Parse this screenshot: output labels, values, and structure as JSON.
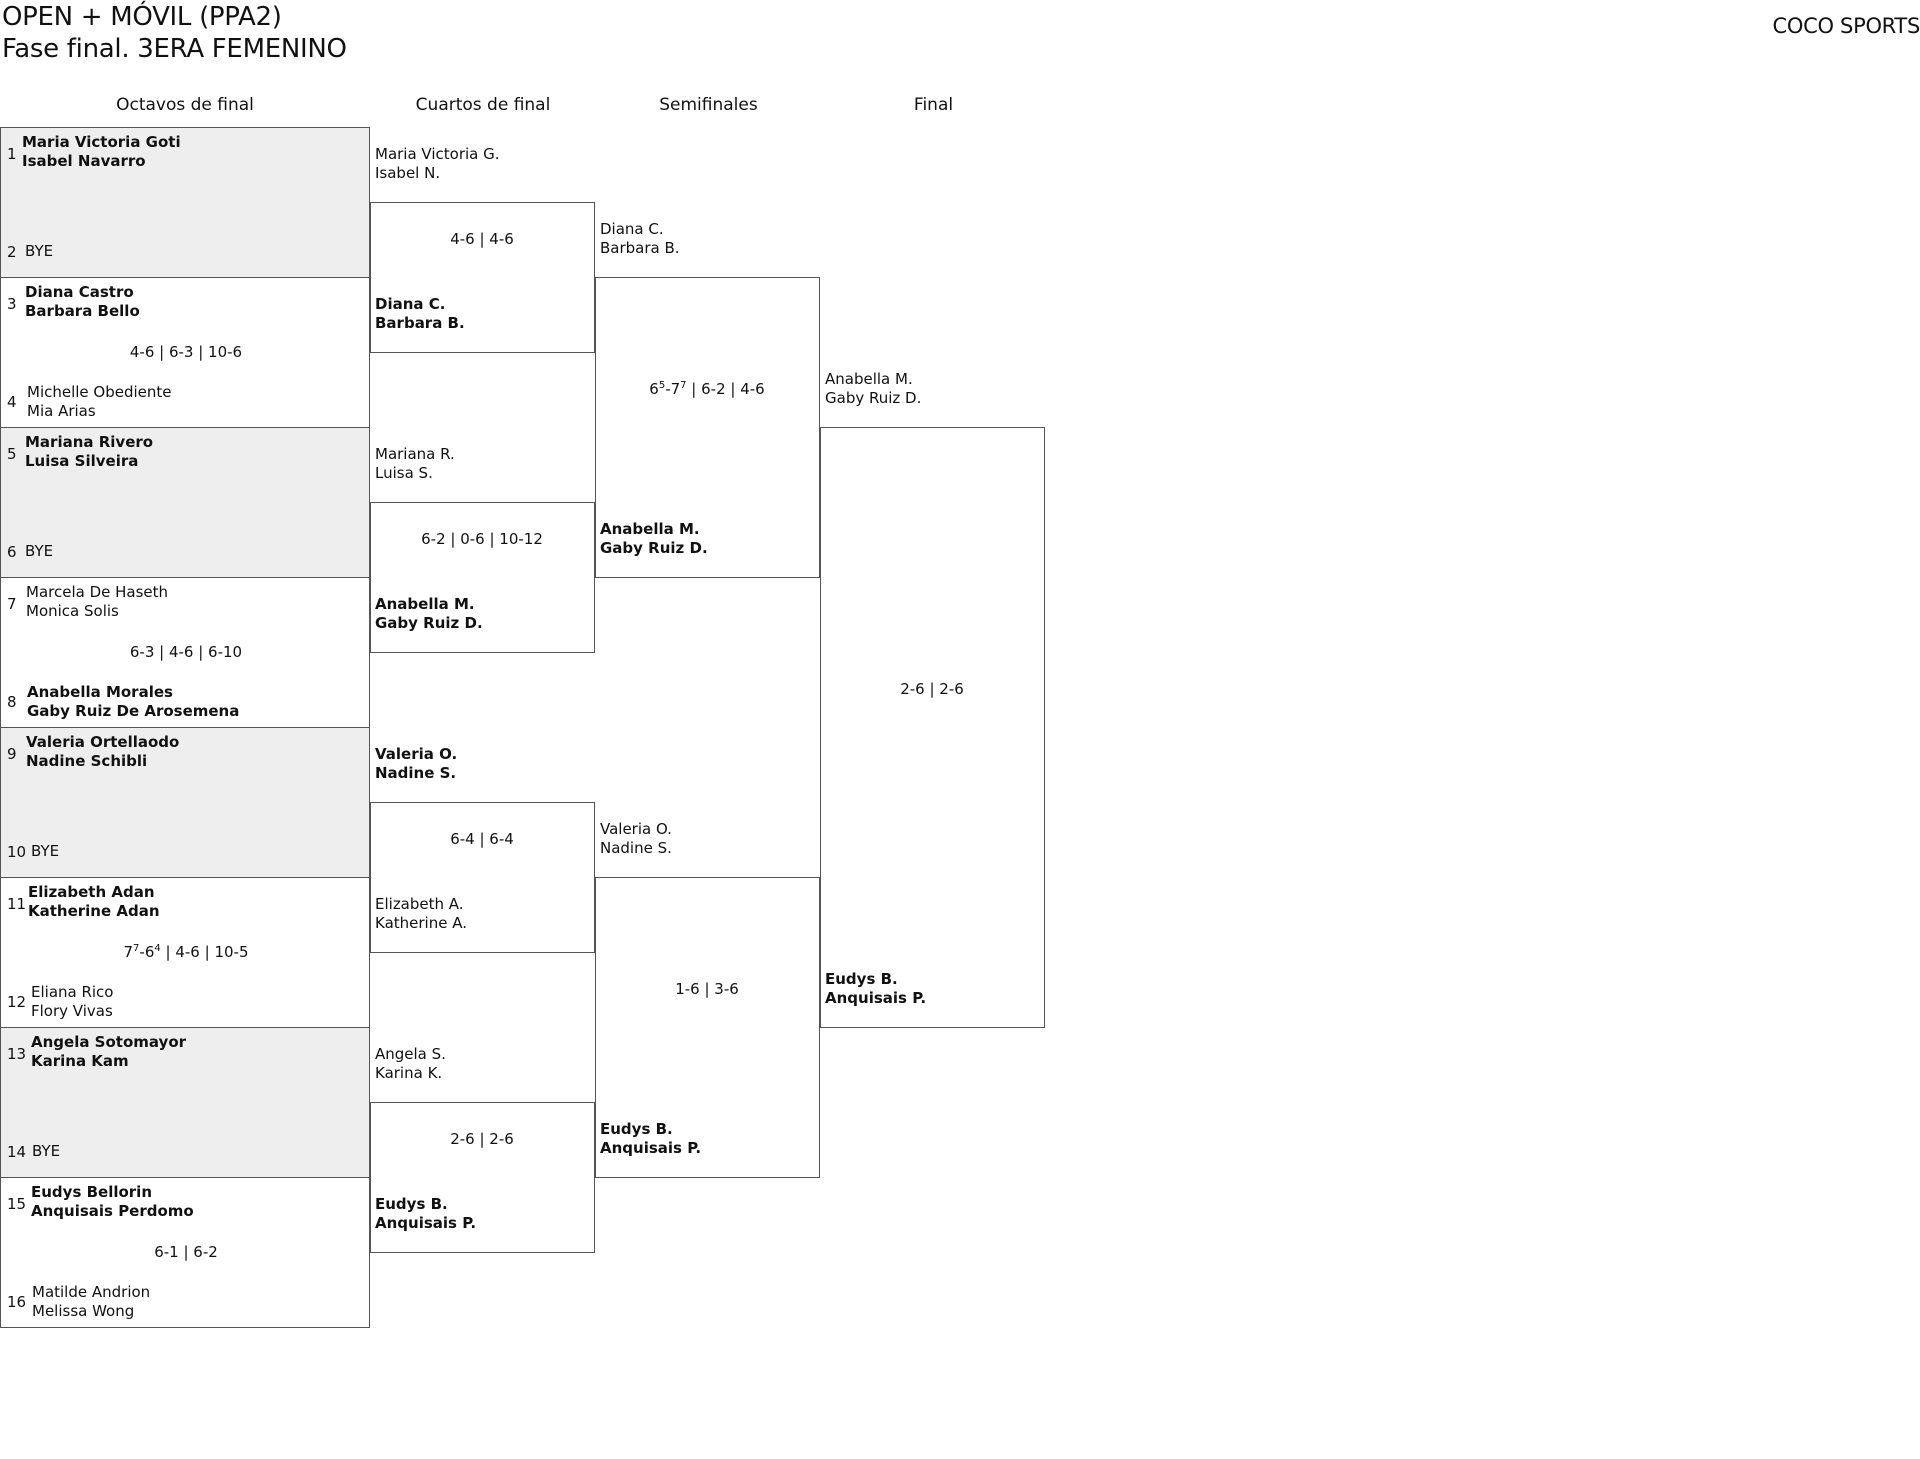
{
  "header": {
    "title_line1": "OPEN + MÓVIL (PPA2)",
    "title_line2": "Fase final. 3ERA FEMENINO",
    "brand": "COCO SPORTS"
  },
  "rounds": [
    "Octavos de final",
    "Cuartos de final",
    "Semifinales",
    "Final"
  ],
  "first_round": [
    {
      "top_seed": "1",
      "top_line1": "Maria Victoria Goti",
      "top_line2": "Isabel Navarro",
      "bottom_seed": "2",
      "bottom_line1": "BYE",
      "bottom_line2": "",
      "score": ""
    },
    {
      "top_seed": "3",
      "top_line1": "Diana Castro",
      "top_line2": "Barbara Bello",
      "bottom_seed": "4",
      "bottom_line1": "Michelle Obediente",
      "bottom_line2": "Mia Arias",
      "score": "4-6 | 6-3 | 10-6"
    },
    {
      "top_seed": "5",
      "top_line1": "Mariana Rivero",
      "top_line2": "Luisa Silveira",
      "bottom_seed": "6",
      "bottom_line1": "BYE",
      "bottom_line2": "",
      "score": ""
    },
    {
      "top_seed": "7",
      "top_line1": "Marcela De Haseth",
      "top_line2": "Monica Solis",
      "bottom_seed": "8",
      "bottom_line1": "Anabella Morales",
      "bottom_line2": "Gaby Ruiz De Arosemena",
      "score": "6-3 | 4-6 | 6-10"
    },
    {
      "top_seed": "9",
      "top_line1": "Valeria Ortellaodo",
      "top_line2": "Nadine Schibli",
      "bottom_seed": "10",
      "bottom_line1": "BYE",
      "bottom_line2": "",
      "score": ""
    },
    {
      "top_seed": "11",
      "top_line1": "Elizabeth Adan",
      "top_line2": "Katherine Adan",
      "bottom_seed": "12",
      "bottom_line1": "Eliana Rico",
      "bottom_line2": "Flory Vivas",
      "score_a": "7",
      "score_a_sup": "7",
      "score_b": "-6",
      "score_b_sup": "4",
      "score_rest": " | 4-6 | 10-5"
    },
    {
      "top_seed": "13",
      "top_line1": "Angela Sotomayor",
      "top_line2": "Karina Kam",
      "bottom_seed": "14",
      "bottom_line1": "BYE",
      "bottom_line2": "",
      "score": ""
    },
    {
      "top_seed": "15",
      "top_line1": "Eudys Bellorin",
      "top_line2": "Anquisais Perdomo",
      "bottom_seed": "16",
      "bottom_line1": "Matilde Andrion",
      "bottom_line2": "Melissa Wong",
      "score": "6-1 | 6-2"
    }
  ],
  "quarterfinals": [
    {
      "top_line1": "Maria Victoria G.",
      "top_line2": "Isabel N.",
      "bottom_line1": "Diana C.",
      "bottom_line2": "Barbara B.",
      "score": "4-6 | 4-6"
    },
    {
      "top_line1": "Mariana R.",
      "top_line2": "Luisa S.",
      "bottom_line1": "Anabella M.",
      "bottom_line2": "Gaby Ruiz D.",
      "score": "6-2 | 0-6 | 10-12"
    },
    {
      "top_line1": "Valeria O.",
      "top_line2": "Nadine S.",
      "bottom_line1": "Elizabeth A.",
      "bottom_line2": "Katherine A.",
      "score": "6-4 | 6-4"
    },
    {
      "top_line1": "Angela S.",
      "top_line2": "Karina K.",
      "bottom_line1": "Eudys B.",
      "bottom_line2": "Anquisais P.",
      "score": "2-6 | 2-6"
    }
  ],
  "semifinals": [
    {
      "top_line1": "Diana C.",
      "top_line2": "Barbara B.",
      "bottom_line1": "Anabella M.",
      "bottom_line2": "Gaby Ruiz D.",
      "score_a": "6",
      "score_a_sup": "5",
      "score_b": "-7",
      "score_b_sup": "7",
      "score_rest": " | 6-2 | 4-6"
    },
    {
      "top_line1": "Valeria O.",
      "top_line2": "Nadine S.",
      "bottom_line1": "Eudys B.",
      "bottom_line2": "Anquisais P.",
      "score": "1-6 | 3-6"
    }
  ],
  "final": {
    "top_line1": "Anabella M.",
    "top_line2": "Gaby Ruiz D.",
    "bottom_line1": "Eudys B.",
    "bottom_line2": "Anquisais P.",
    "score": "2-6 | 2-6"
  }
}
